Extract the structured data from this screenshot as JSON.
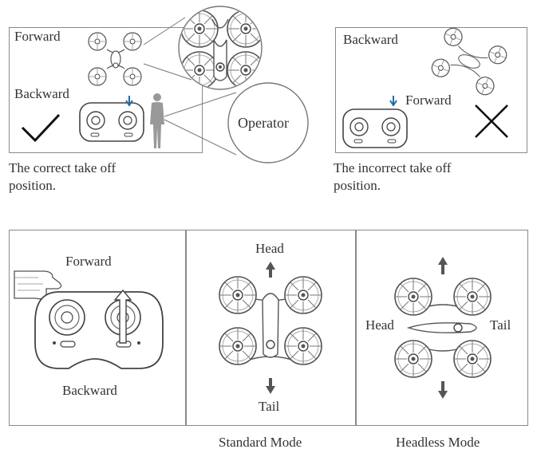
{
  "panel_correct": {
    "label_forward": "Forward",
    "label_backward": "Backward",
    "label_operator": "Operator",
    "caption": "The correct take off position."
  },
  "panel_incorrect": {
    "label_backward": "Backward",
    "label_forward": "Forward",
    "caption": "The incorrect take off position."
  },
  "panel_controller": {
    "label_forward": "Forward",
    "label_backward": "Backward"
  },
  "panel_standard": {
    "label_head": "Head",
    "label_tail": "Tail",
    "caption": "Standard Mode"
  },
  "panel_headless": {
    "label_head": "Head",
    "label_tail": "Tail",
    "caption": "Headless Mode"
  },
  "colors": {
    "frame": "#8a8a8a",
    "line": "#555555",
    "arrow_blue": "#1f6ea0"
  }
}
